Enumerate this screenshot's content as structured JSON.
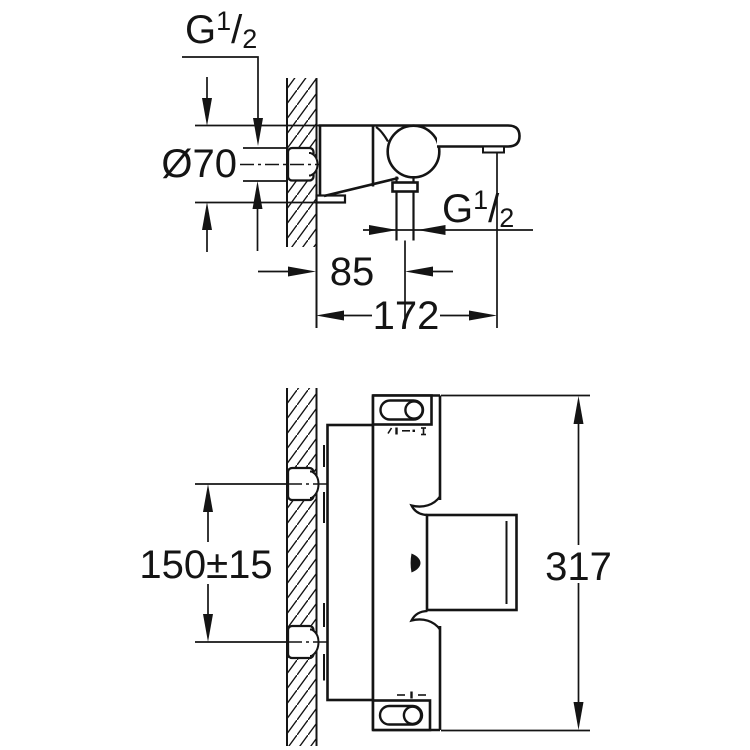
{
  "side_view": {
    "thread_label_wall": {
      "base": "G",
      "numerator": "1",
      "slash": "/",
      "denominator": "2"
    },
    "thread_label_outlet": {
      "base": "G",
      "numerator": "1",
      "slash": "/",
      "denominator": "2"
    },
    "escutcheon_diameter": "Ø70",
    "outlet_offset_from_wall": "85",
    "total_projection": "172"
  },
  "front_view": {
    "inlet_center_distance": "150±15",
    "total_height": "317"
  }
}
